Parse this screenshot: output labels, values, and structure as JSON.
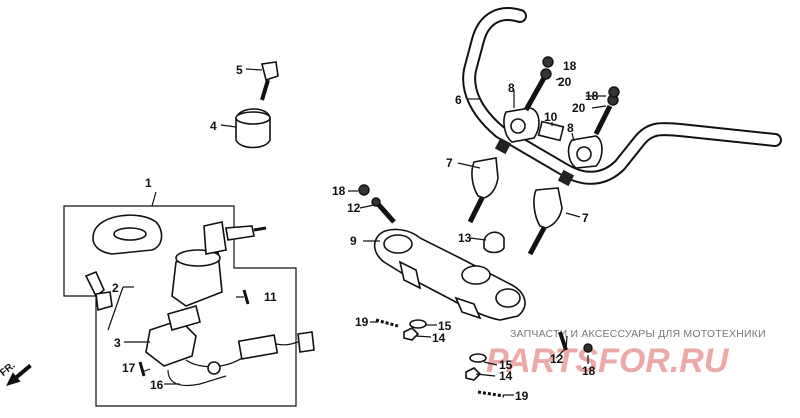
{
  "callouts": [
    {
      "id": "c1",
      "text": "1"
    },
    {
      "id": "c2",
      "text": "2"
    },
    {
      "id": "c3",
      "text": "3"
    },
    {
      "id": "c4",
      "text": "4"
    },
    {
      "id": "c5",
      "text": "5"
    },
    {
      "id": "c6",
      "text": "6"
    },
    {
      "id": "c7a",
      "text": "7"
    },
    {
      "id": "c7b",
      "text": "7"
    },
    {
      "id": "c8a",
      "text": "8"
    },
    {
      "id": "c8b",
      "text": "8"
    },
    {
      "id": "c9",
      "text": "9"
    },
    {
      "id": "c10",
      "text": "10"
    },
    {
      "id": "c11",
      "text": "11"
    },
    {
      "id": "c12a",
      "text": "12"
    },
    {
      "id": "c12b",
      "text": "12"
    },
    {
      "id": "c13",
      "text": "13"
    },
    {
      "id": "c14a",
      "text": "14"
    },
    {
      "id": "c14b",
      "text": "14"
    },
    {
      "id": "c15a",
      "text": "15"
    },
    {
      "id": "c15b",
      "text": "15"
    },
    {
      "id": "c16",
      "text": "16"
    },
    {
      "id": "c17",
      "text": "17"
    },
    {
      "id": "c18a",
      "text": "18"
    },
    {
      "id": "c18b",
      "text": "18"
    },
    {
      "id": "c18c",
      "text": "18"
    },
    {
      "id": "c18d",
      "text": "18"
    },
    {
      "id": "c19a",
      "text": "19"
    },
    {
      "id": "c19b",
      "text": "19"
    },
    {
      "id": "c20a",
      "text": "20"
    },
    {
      "id": "c20b",
      "text": "20"
    }
  ],
  "watermark": {
    "tagline": "ЗАПЧАСТИ И АКСЕССУАРЫ ДЛЯ МОТОТЕХНИКИ",
    "brand": "PARTSFOR.RU"
  },
  "front_marker": "FR."
}
